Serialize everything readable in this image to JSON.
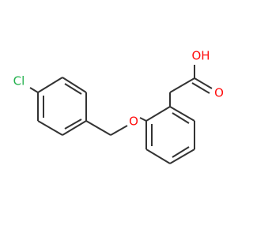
{
  "molecule": {
    "atom_labels": {
      "chlorine": "Cl",
      "ether_oxygen": "O",
      "carbonyl_oxygen": "O",
      "hydroxyl": "OH"
    },
    "colors": {
      "bond": "#333333",
      "chlorine": "#22b14c",
      "oxygen": "#ff0d0d",
      "background": "#ffffff"
    }
  }
}
